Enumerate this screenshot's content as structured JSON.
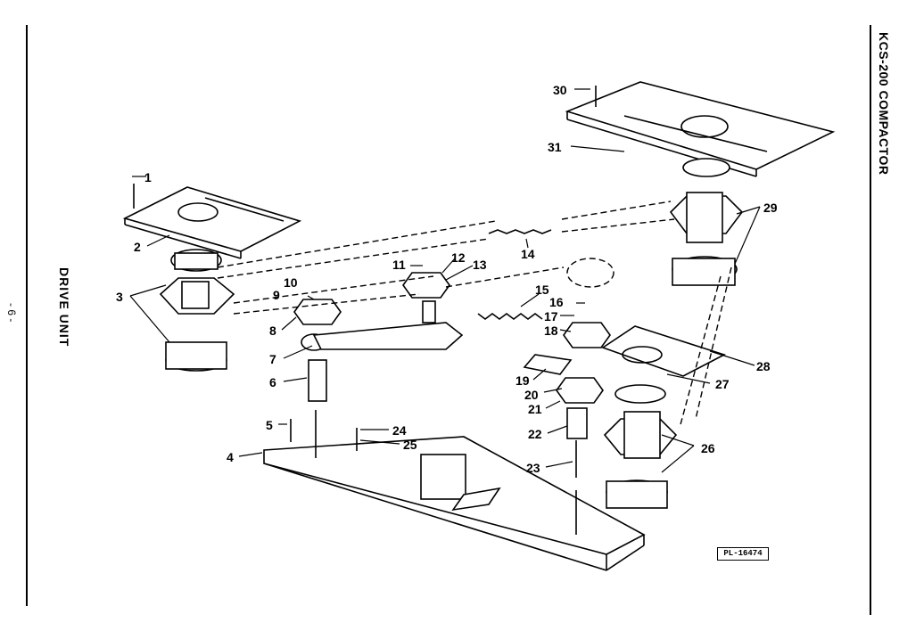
{
  "header": {
    "side_title": "KCS-200 COMPACTOR"
  },
  "section": {
    "title": "DRIVE UNIT",
    "page": "- 6 -"
  },
  "diagram": {
    "reference_code": "PL-16474",
    "callouts": [
      "1",
      "2",
      "3",
      "4",
      "5",
      "6",
      "7",
      "8",
      "9",
      "10",
      "11",
      "12",
      "13",
      "14",
      "15",
      "16",
      "17",
      "18",
      "19",
      "20",
      "21",
      "22",
      "23",
      "24",
      "25",
      "26",
      "27",
      "28",
      "29",
      "30",
      "31"
    ]
  }
}
